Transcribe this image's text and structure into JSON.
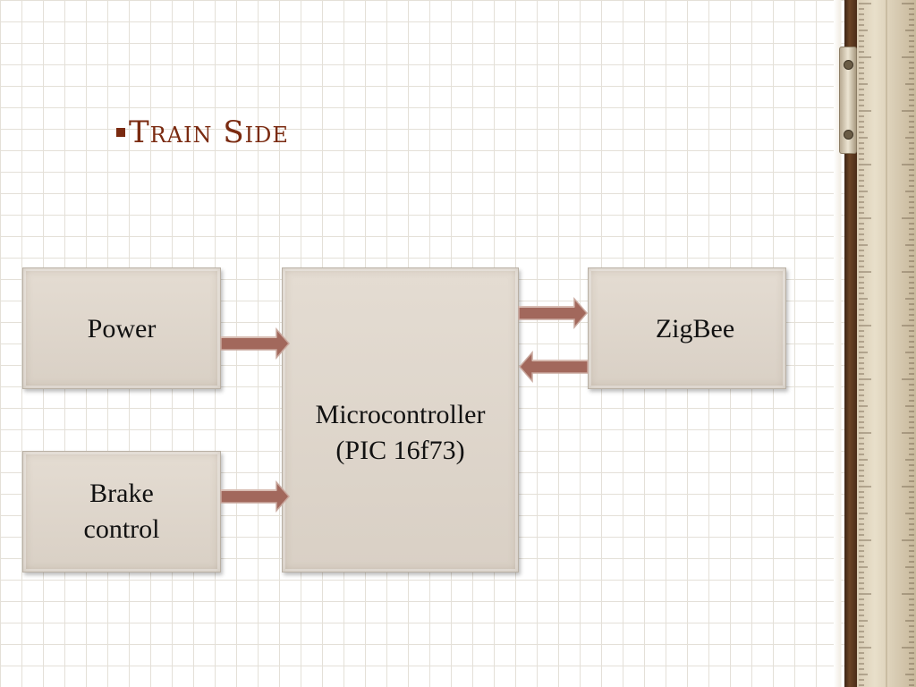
{
  "title": "Train Side",
  "blocks": {
    "power": "Power",
    "brake": "Brake\ncontrol",
    "microcontroller": "Microcontroller\n(PIC 16f73)",
    "zigbee": "ZigBee"
  },
  "colors": {
    "title": "#7a2a10",
    "box_fill": "#ddd5cb",
    "arrow_fill": "#a2685c",
    "grid_line": "#e4e0d8"
  },
  "connections": [
    {
      "from": "Power",
      "to": "Microcontroller"
    },
    {
      "from": "Brake control",
      "to": "Microcontroller"
    },
    {
      "from": "Microcontroller",
      "to": "ZigBee"
    },
    {
      "from": "ZigBee",
      "to": "Microcontroller"
    }
  ]
}
